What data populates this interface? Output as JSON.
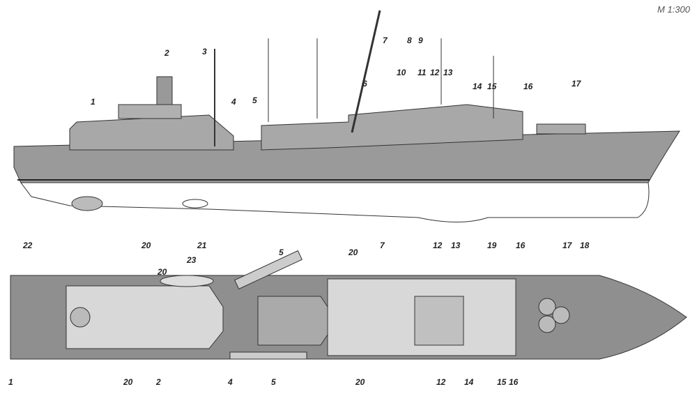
{
  "scale_label": "M 1:300",
  "side_view": {
    "callouts": [
      "1",
      "2",
      "3",
      "4",
      "5",
      "6",
      "7",
      "8",
      "9",
      "10",
      "11",
      "12",
      "13",
      "14",
      "15",
      "16",
      "17",
      "18",
      "19",
      "20",
      "21",
      "22"
    ]
  },
  "plan_view": {
    "callouts": [
      "5",
      "20",
      "7",
      "12",
      "13",
      "16",
      "17",
      "23",
      "20",
      "1",
      "20",
      "2",
      "4",
      "5",
      "20",
      "12",
      "14",
      "15",
      "16"
    ]
  },
  "colors": {
    "hull": "#9a9a9a",
    "superstructure": "#a8a8a8",
    "deck": "#8f8f8f",
    "line": "#333333"
  }
}
